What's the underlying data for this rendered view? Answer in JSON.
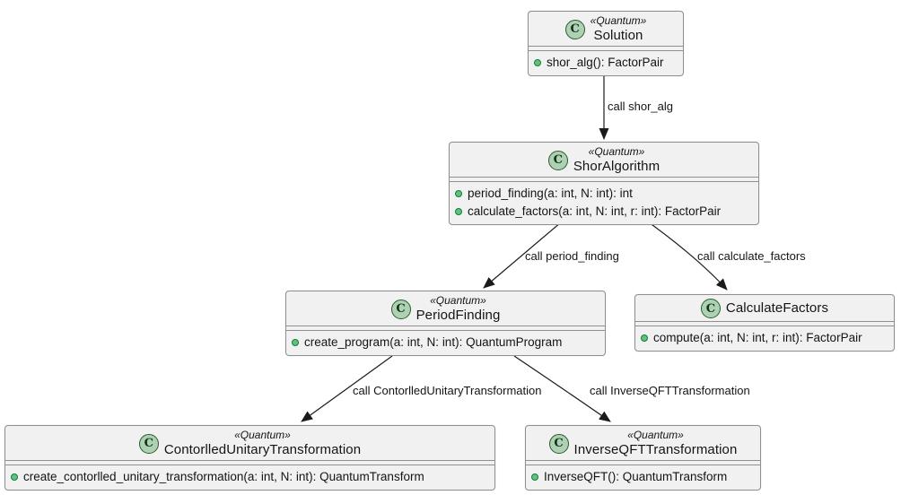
{
  "diagram": {
    "type": "uml-class-diagram",
    "class_icon_letter": "C",
    "colors": {
      "box-bg": "#f1f1f1",
      "box-border": "#8f8f8f",
      "icon-bg": "#ADD1B2",
      "icon-border": "#295b2e",
      "dot-bg": "#6cbe77",
      "dot-border": "#038048",
      "line": "#1b1b1b",
      "text": "#141414"
    },
    "classes": [
      {
        "stereotype": "«Quantum»",
        "name": "Solution",
        "methods": [
          "shor_alg(): FactorPair"
        ]
      },
      {
        "stereotype": "«Quantum»",
        "name": "ShorAlgorithm",
        "methods": [
          "period_finding(a: int, N: int): int",
          "calculate_factors(a: int, N: int, r: int): FactorPair"
        ]
      },
      {
        "stereotype": "«Quantum»",
        "name": "PeriodFinding",
        "methods": [
          "create_program(a: int, N: int): QuantumProgram"
        ]
      },
      {
        "stereotype": "",
        "name": "CalculateFactors",
        "methods": [
          "compute(a: int, N: int, r: int): FactorPair"
        ]
      },
      {
        "stereotype": "«Quantum»",
        "name": "ContorlledUnitaryTransformation",
        "methods": [
          "create_contorlled_unitary_transformation(a: int, N: int): QuantumTransform"
        ]
      },
      {
        "stereotype": "«Quantum»",
        "name": "InverseQFTTransformation",
        "methods": [
          "InverseQFT(): QuantumTransform"
        ]
      }
    ],
    "edges": [
      {
        "from": "Solution",
        "to": "ShorAlgorithm",
        "label": "call shor_alg"
      },
      {
        "from": "ShorAlgorithm",
        "to": "PeriodFinding",
        "label": "call period_finding"
      },
      {
        "from": "ShorAlgorithm",
        "to": "CalculateFactors",
        "label": "call calculate_factors"
      },
      {
        "from": "PeriodFinding",
        "to": "ContorlledUnitaryTransformation",
        "label": "call ContorlledUnitaryTransformation"
      },
      {
        "from": "PeriodFinding",
        "to": "InverseQFTTransformation",
        "label": "call InverseQFTTransformation"
      }
    ]
  }
}
